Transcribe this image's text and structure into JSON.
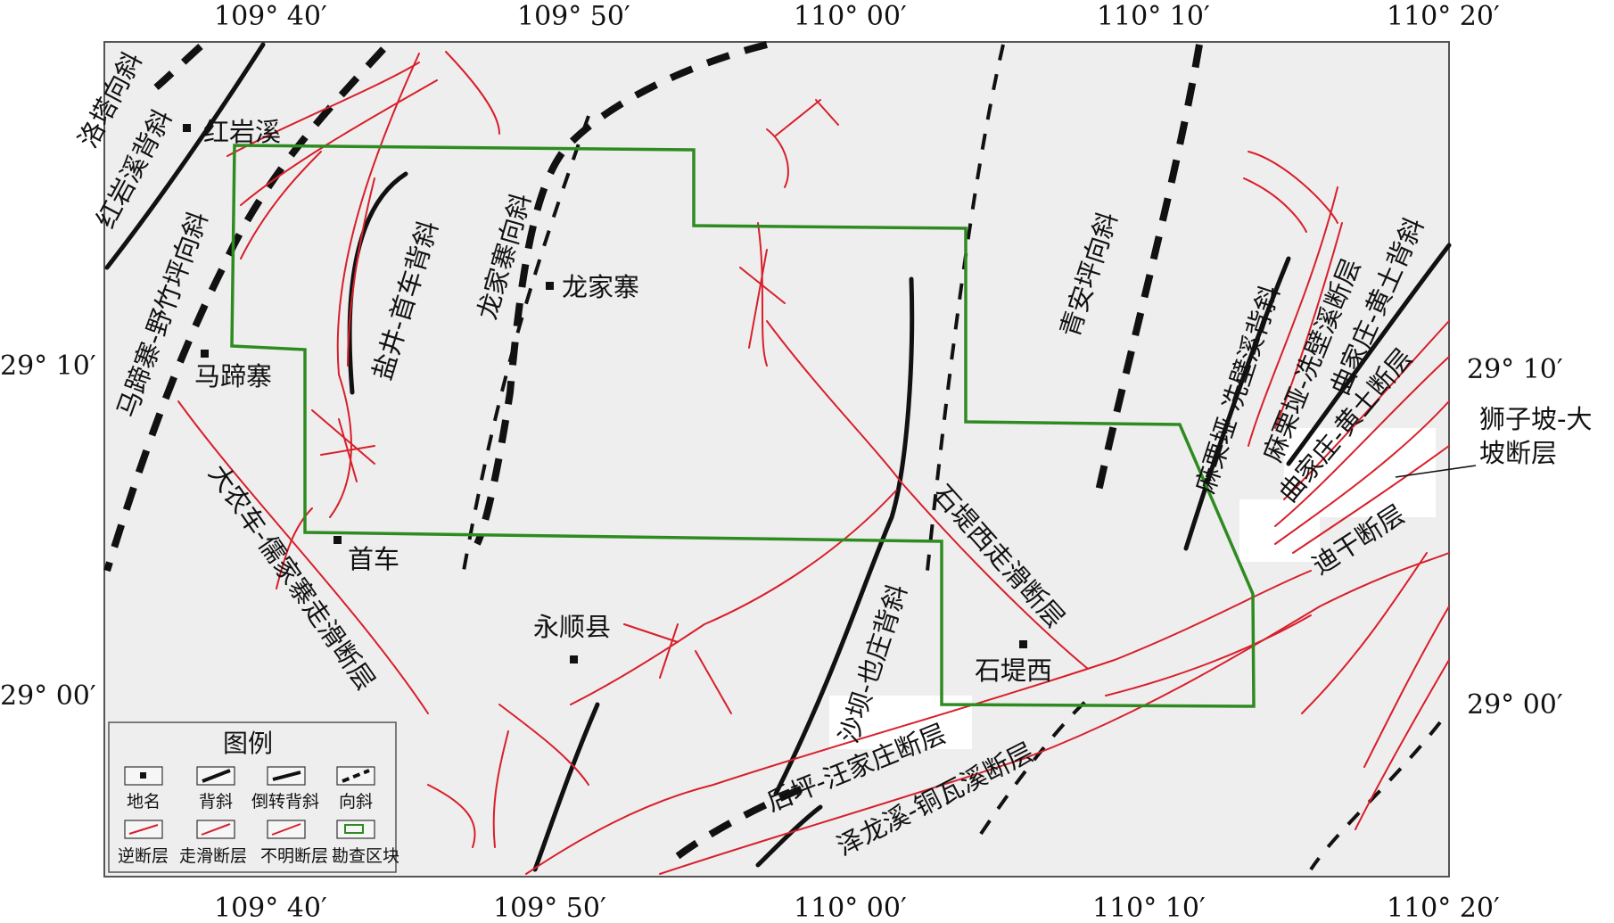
{
  "coords": {
    "top": [
      "109° 40′",
      "109° 50′",
      "110° 00′",
      "110° 10′",
      "110° 20′"
    ],
    "bottom": [
      "109° 40′",
      "109° 50′",
      "110° 00′",
      "110° 10′",
      "110° 20′"
    ],
    "left": [
      "29° 10′",
      "29° 00′"
    ],
    "right": [
      "29° 10′",
      "29° 00′"
    ]
  },
  "places": {
    "hongyanxi": "红岩溪",
    "longjiazhai": "龙家寨",
    "matizhai": "马蹄寨",
    "shouche": "首车",
    "yongshunxian": "永顺县",
    "shidixi": "石堤西"
  },
  "folds": {
    "luota": "洛塔向斜",
    "hongyanxi": "红岩溪背斜",
    "matizhai_yezhuping": "马蹄寨-野竹坪向斜",
    "yanjing_shouche": "盐井-首车背斜",
    "longjiazhai": "龙家寨向斜",
    "qinganping": "青安坪向斜",
    "malishan_xianbixi": "麻栗垭-冼壁溪背斜",
    "qujiazhuang_huangtu": "曲家庄-黄土背斜",
    "shaba_yezhuang": "沙坝-也庄背斜"
  },
  "faults": {
    "malishan_xianbixi": "麻栗垭-冼壁溪断层",
    "qujiazhuang_huangtu": "曲家庄-黄土断层",
    "shizipo_dapo_1": "狮子坡-大",
    "shizipo_dapo_2": "坡断层",
    "digan": "迪干断层",
    "shidixi": "石堤西走滑断层",
    "danongche_rujiazhai": "大农车-儒家寨走滑断层",
    "houping_wangjiazhuang": "后坪-汪家庄断层",
    "zelongxi_tongwaxi": "泽龙溪-铜瓦溪断层"
  },
  "legend": {
    "title": "图例",
    "items": [
      "地名",
      "背斜",
      "倒转背斜",
      "向斜",
      "逆断层",
      "走滑断层",
      "不明断层",
      "勘查区块"
    ]
  },
  "colors": {
    "fault": "#d81f2a",
    "fold": "#111111",
    "block": "#2e8b20",
    "map_bg": "#eeeeee"
  }
}
